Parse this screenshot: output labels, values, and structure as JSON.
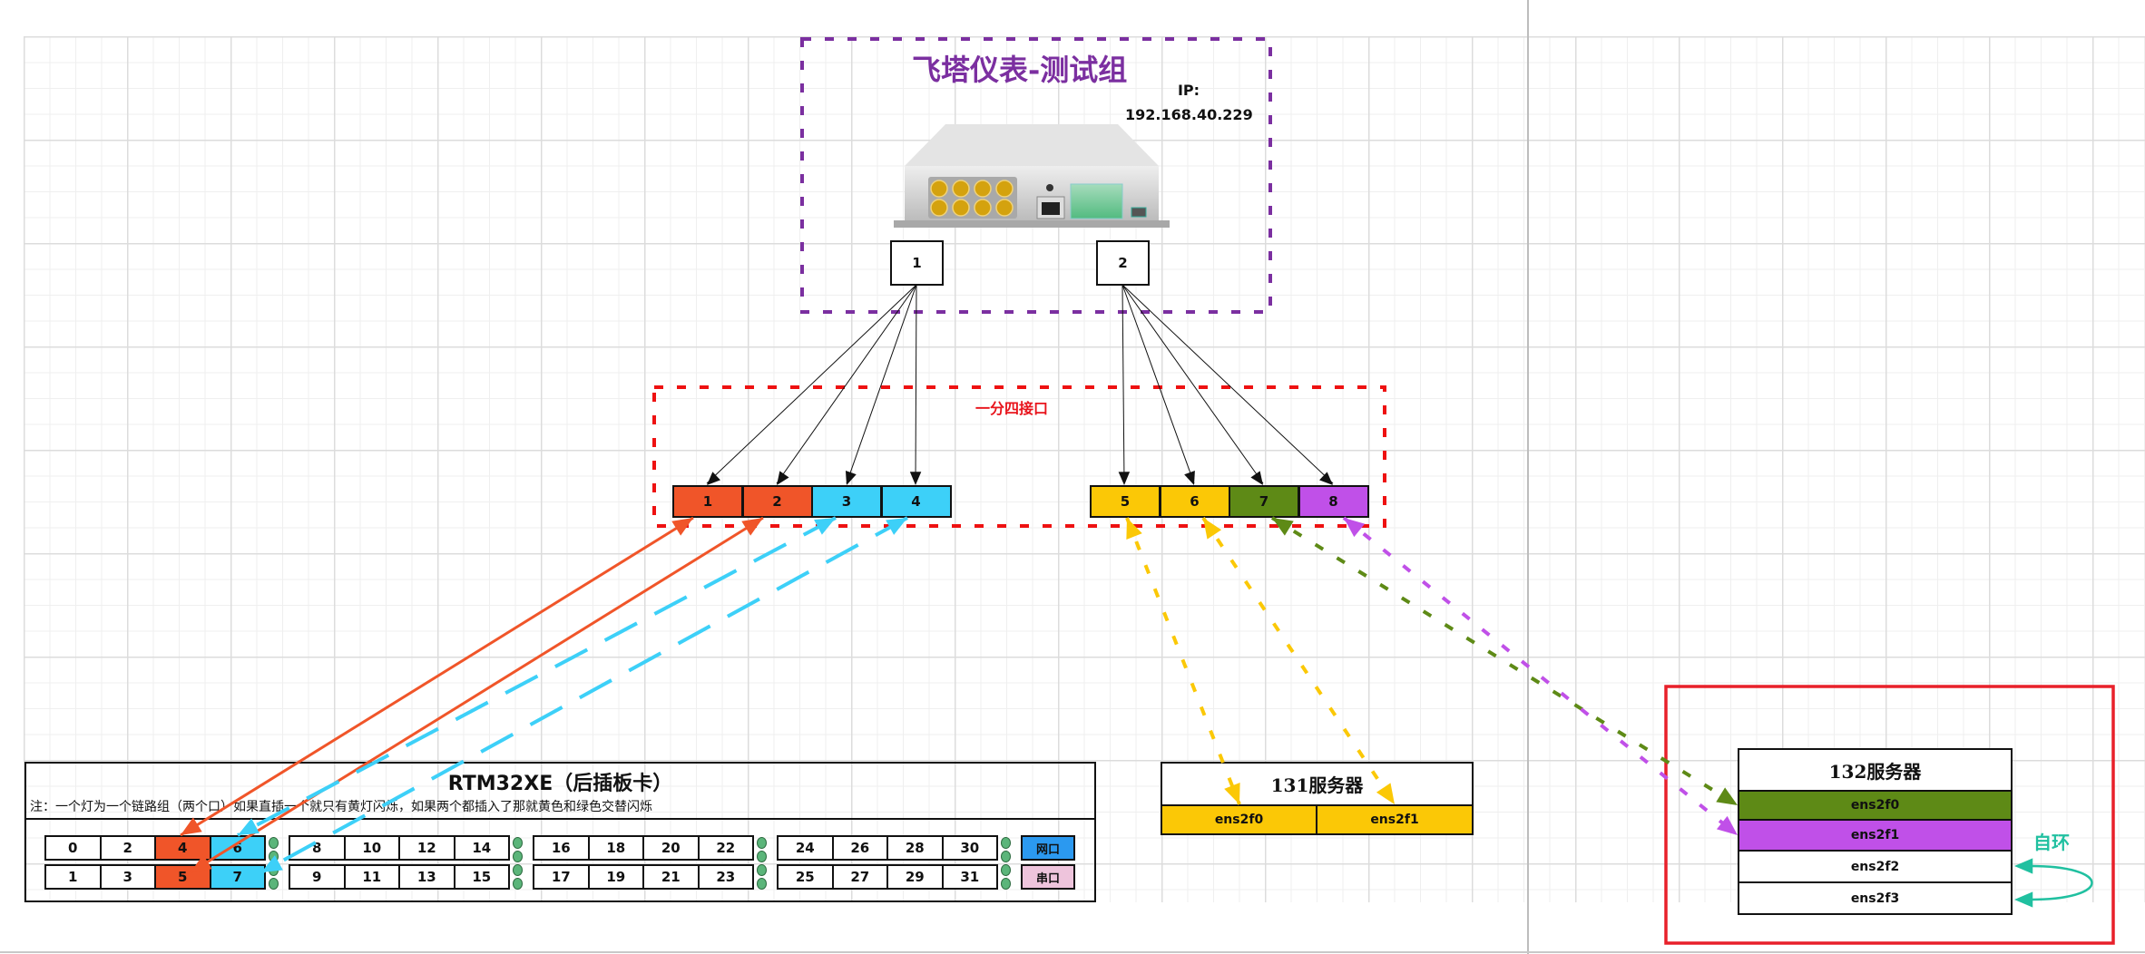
{
  "device": {
    "title": "飞塔仪表-测试组",
    "ip_label": "IP:",
    "ip_value": "192.168.40.229",
    "uplinks": [
      "1",
      "2"
    ]
  },
  "splitter": {
    "label": "一分四接口",
    "ports": [
      {
        "label": "1",
        "color": "#f05529"
      },
      {
        "label": "2",
        "color": "#f05529"
      },
      {
        "label": "3",
        "color": "#3dd0f8"
      },
      {
        "label": "4",
        "color": "#3dd0f8"
      },
      {
        "label": "5",
        "color": "#fbc806"
      },
      {
        "label": "6",
        "color": "#fbc806"
      },
      {
        "label": "7",
        "color": "#5e8a16"
      },
      {
        "label": "8",
        "color": "#c050e8"
      }
    ]
  },
  "card": {
    "title": "RTM32XE（后插板卡）",
    "note": "注：一个灯为一个链路组（两个口）如果直插一个就只有黄灯闪烁，如果两个都插入了那就黄色和绿色交替闪烁",
    "top_row": [
      "0",
      "2",
      "4",
      "6",
      "8",
      "10",
      "12",
      "14",
      "16",
      "18",
      "20",
      "22",
      "24",
      "26",
      "28",
      "30"
    ],
    "bottom_row": [
      "1",
      "3",
      "5",
      "7",
      "9",
      "11",
      "13",
      "15",
      "17",
      "19",
      "21",
      "23",
      "25",
      "27",
      "29",
      "31"
    ],
    "highlight": {
      "4": "#f05529",
      "5": "#f05529",
      "6": "#3dd0f8",
      "7": "#3dd0f8"
    },
    "net_port": {
      "label": "网口",
      "color": "#2b99f0"
    },
    "serial_port": {
      "label": "串口",
      "color": "#eec4dc"
    }
  },
  "server131": {
    "title": "131服务器",
    "interfaces": [
      {
        "label": "ens2f0",
        "color": "#fbc806"
      },
      {
        "label": "ens2f1",
        "color": "#fbc806"
      }
    ]
  },
  "server132": {
    "title": "132服务器",
    "interfaces": [
      {
        "label": "ens2f0",
        "color": "#5e8a16"
      },
      {
        "label": "ens2f1",
        "color": "#c050e8"
      },
      {
        "label": "ens2f2",
        "color": "#ffffff"
      },
      {
        "label": "ens2f3",
        "color": "#ffffff"
      }
    ],
    "loop_label": "自环"
  },
  "connections": [
    {
      "from": "uplink-1",
      "to": "splitter-1"
    },
    {
      "from": "uplink-1",
      "to": "splitter-2"
    },
    {
      "from": "uplink-1",
      "to": "splitter-3"
    },
    {
      "from": "uplink-1",
      "to": "splitter-4"
    },
    {
      "from": "uplink-2",
      "to": "splitter-5"
    },
    {
      "from": "uplink-2",
      "to": "splitter-6"
    },
    {
      "from": "uplink-2",
      "to": "splitter-7"
    },
    {
      "from": "uplink-2",
      "to": "splitter-8"
    },
    {
      "from": "splitter-1",
      "to": "card-4",
      "style": "solid",
      "color": "#f05529"
    },
    {
      "from": "splitter-2",
      "to": "card-5",
      "style": "solid",
      "color": "#f05529"
    },
    {
      "from": "splitter-3",
      "to": "card-6",
      "style": "dashed",
      "color": "#3dd0f8"
    },
    {
      "from": "splitter-4",
      "to": "card-7",
      "style": "dashed",
      "color": "#3dd0f8"
    },
    {
      "from": "splitter-5",
      "to": "131-ens2f0",
      "style": "dotted",
      "color": "#fbc806"
    },
    {
      "from": "splitter-6",
      "to": "131-ens2f1",
      "style": "dotted",
      "color": "#fbc806"
    },
    {
      "from": "splitter-7",
      "to": "132-ens2f0",
      "style": "dotted",
      "color": "#5e8a16"
    },
    {
      "from": "splitter-8",
      "to": "132-ens2f1",
      "style": "dotted",
      "color": "#c050e8"
    },
    {
      "from": "132-ens2f2",
      "to": "132-ens2f3",
      "style": "loop",
      "color": "#20c0a0"
    }
  ]
}
